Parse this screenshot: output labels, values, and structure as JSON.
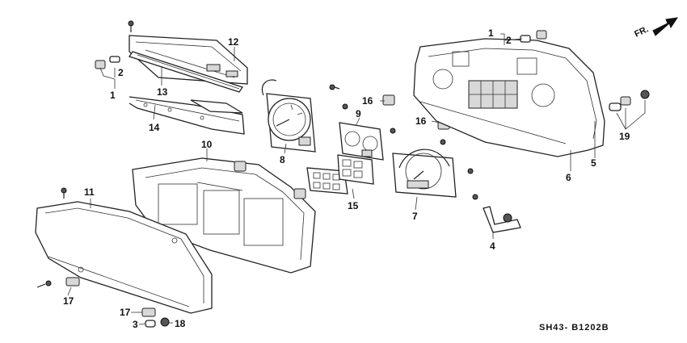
{
  "diagram": {
    "code": "SH43- B1202B",
    "direction_label": "FR.",
    "callouts": [
      {
        "id": "c1a",
        "text": "1"
      },
      {
        "id": "c2a",
        "text": "2"
      },
      {
        "id": "c12",
        "text": "12"
      },
      {
        "id": "c2b",
        "text": "2"
      },
      {
        "id": "c13",
        "text": "13"
      },
      {
        "id": "c1b",
        "text": "1"
      },
      {
        "id": "c14",
        "text": "14"
      },
      {
        "id": "c16a",
        "text": "16"
      },
      {
        "id": "c9",
        "text": "9"
      },
      {
        "id": "c16b",
        "text": "16"
      },
      {
        "id": "c8",
        "text": "8"
      },
      {
        "id": "c10",
        "text": "10"
      },
      {
        "id": "c11",
        "text": "11"
      },
      {
        "id": "c15",
        "text": "15"
      },
      {
        "id": "c7",
        "text": "7"
      },
      {
        "id": "c6",
        "text": "6"
      },
      {
        "id": "c5",
        "text": "5"
      },
      {
        "id": "c19",
        "text": "19"
      },
      {
        "id": "c4",
        "text": "4"
      },
      {
        "id": "c17a",
        "text": "17"
      },
      {
        "id": "c17b",
        "text": "17"
      },
      {
        "id": "c3",
        "text": "3"
      },
      {
        "id": "c18",
        "text": "18"
      }
    ]
  }
}
